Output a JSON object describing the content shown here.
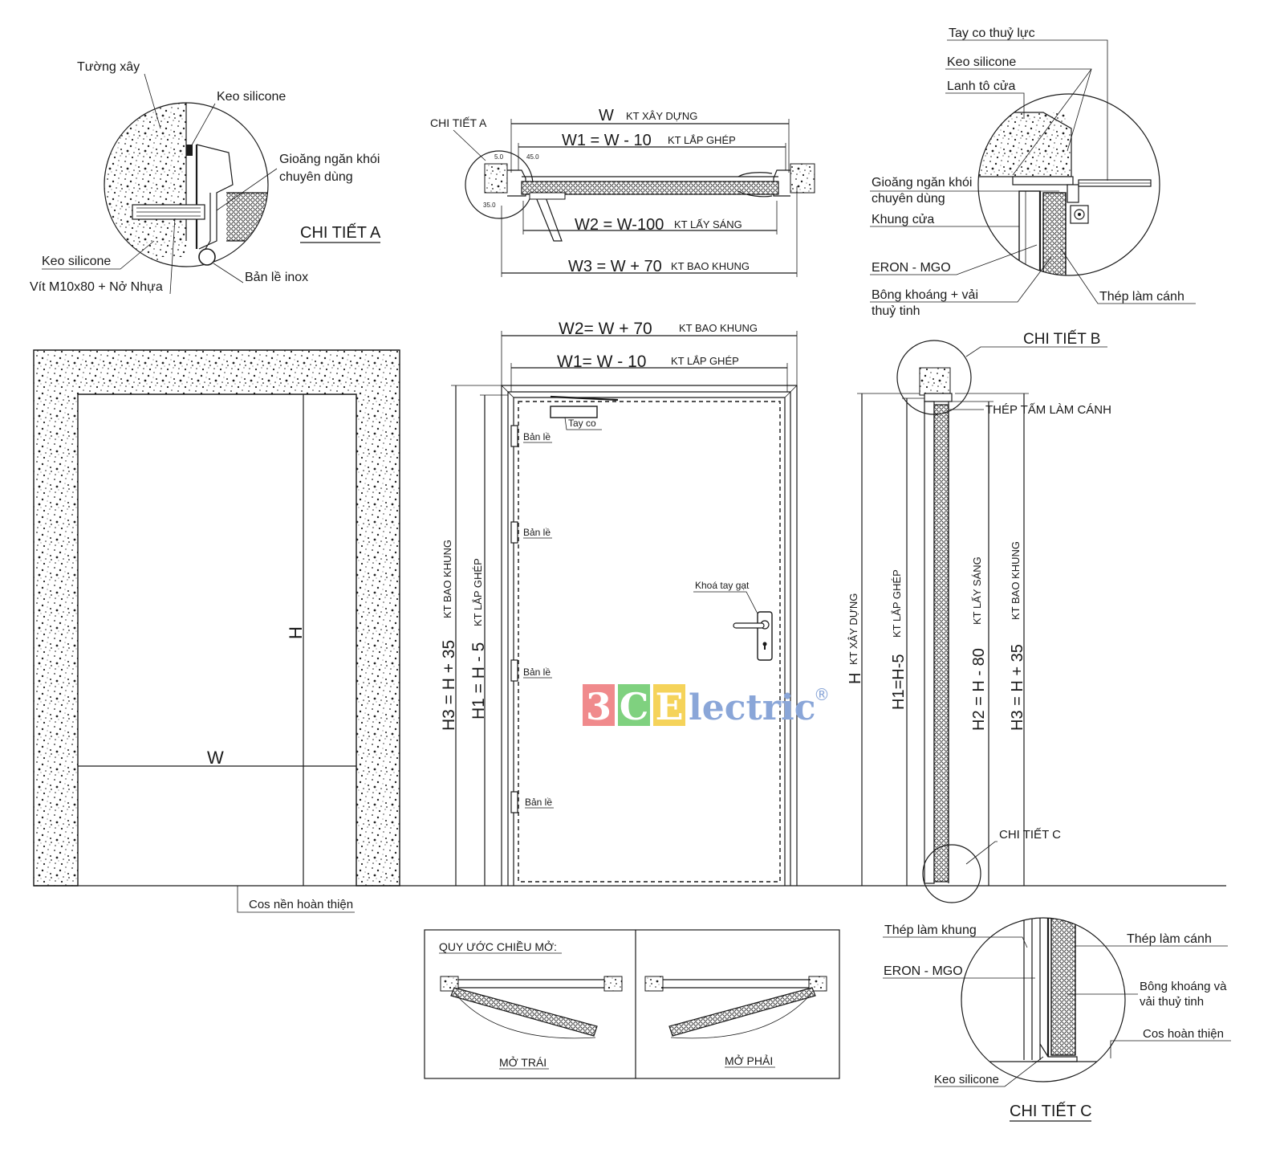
{
  "detail_a": {
    "wall": "Tường xây",
    "silicone_top": "Keo silicone",
    "gasket_line1": "Gioăng ngăn khói",
    "gasket_line2": "chuyên dùng",
    "title": "CHI TIẾT A",
    "silicone_bottom": "Keo silicone",
    "screw": "Vít M10x80 + Nở Nhựa",
    "hinge": "Bản lề inox"
  },
  "plan": {
    "detail_label": "CHI TIẾT A",
    "w_main": "W",
    "w_main_note": "KT XÂY DỰNG",
    "w1": "W1 = W - 10",
    "w1_note": "KT LẮP GHÉP",
    "w2": "W2 = W-100",
    "w2_note": "KT LẤY SÁNG",
    "w3": "W3 = W + 70",
    "w3_note": "KT BAO KHUNG",
    "dim_5": "5.0",
    "dim_45": "45.0",
    "dim_35": "35.0"
  },
  "detail_b": {
    "closer": "Tay co thuỷ lực",
    "silicone": "Keo silicone",
    "lintel": "Lanh tô cửa",
    "gasket_line1": "Gioăng ngăn khói",
    "gasket_line2": "chuyên dùng",
    "frame": "Khung cửa",
    "eron": "ERON - MGO",
    "wool_line1": "Bông khoáng + vải",
    "wool_line2": "thuỷ tinh",
    "steel": "Thép làm cánh",
    "title": "CHI TIẾT B"
  },
  "wall_opening": {
    "h": "H",
    "w": "W",
    "floor": "Cos nền hoàn thiện"
  },
  "front": {
    "w2": "W2=  W + 70",
    "w2_note": "KT BAO KHUNG",
    "w1": "W1=  W - 10",
    "w1_note": "KT LẮP GHÉP",
    "closer": "Tay co",
    "hinge": "Bản lề",
    "lock": "Khoá tay gạt",
    "h3": "H3 = H + 35",
    "h3_note": "KT BAO KHUNG",
    "h1": "H1 = H - 5",
    "h1_note": "KT LẮP GHÉP"
  },
  "logo": {
    "d1": "3",
    "d2": "C",
    "d3": "E",
    "rest": "lectric",
    "reg": "®",
    "c1": "#f08a8c",
    "c2": "#7fd17f",
    "c3": "#f5d35a",
    "text_color": "#8aa6d8"
  },
  "section": {
    "h": "H",
    "h_note": "KT XÂY DỰNG",
    "h1": "H1=H-5",
    "h1_note": "KT LẮP GHÉP",
    "h2": "H2 = H - 80",
    "h2_note": "KT LẤY SÁNG",
    "h3": "H3 = H + 35",
    "h3_note": "KT BAO KHUNG",
    "leaf_steel": "THÉP TẤM LÀM CÁNH",
    "detail_c": "CHI TIẾT C"
  },
  "opening_legend": {
    "title": "QUY ƯỚC CHIỀU MỞ:",
    "left": "MỞ TRÁI",
    "right": "MỞ PHẢI"
  },
  "detail_c": {
    "frame_steel": "Thép làm khung",
    "leaf_steel": "Thép làm cánh",
    "eron": "ERON - MGO",
    "wool_line1": "Bông khoáng và",
    "wool_line2": "vải thuỷ tinh",
    "floor": "Cos hoàn thiện",
    "silicone": "Keo silicone",
    "title": "CHI TIẾT C"
  }
}
